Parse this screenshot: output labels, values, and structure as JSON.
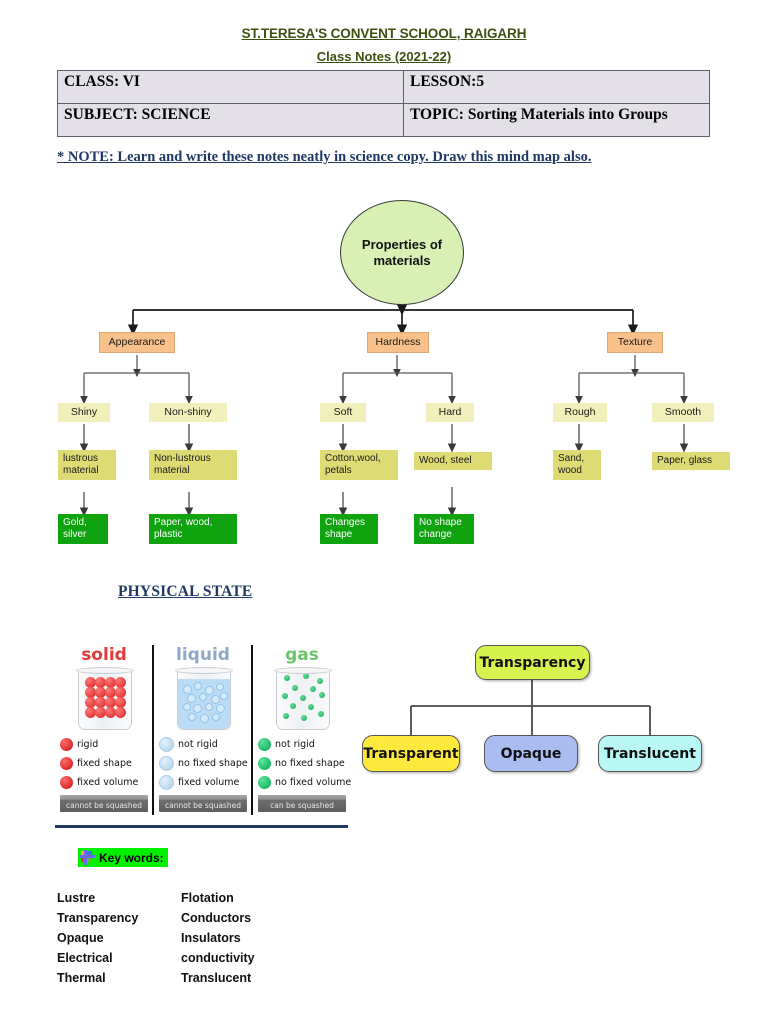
{
  "header": {
    "school": "ST.TERESA'S CONVENT SCHOOL, RAIGARH",
    "class_notes": "Class Notes (2021-22)"
  },
  "info_table": {
    "rows": [
      {
        "left": "CLASS: VI",
        "right": "LESSON:5"
      },
      {
        "left": "SUBJECT: SCIENCE",
        "right": "TOPIC: Sorting Materials into Groups"
      }
    ]
  },
  "note": {
    "text": "* NOTE: Learn and write these notes neatly in science copy. Draw this mind map also."
  },
  "mindmap": {
    "root": "Properties of materials",
    "branches": [
      {
        "name": "Appearance",
        "children": [
          {
            "label": "Shiny",
            "detail": "lustrous material",
            "examples": "Gold, silver"
          },
          {
            "label": "Non-shiny",
            "detail": "Non-lustrous material",
            "examples": "Paper, wood, plastic"
          }
        ]
      },
      {
        "name": "Hardness",
        "children": [
          {
            "label": "Soft",
            "detail": "Cotton,wool, petals",
            "examples": "Changes shape"
          },
          {
            "label": "Hard",
            "detail": "Wood, steel",
            "examples": "No shape change"
          }
        ]
      },
      {
        "name": "Texture",
        "children": [
          {
            "label": "Rough",
            "detail": "Sand, wood",
            "examples": ""
          },
          {
            "label": "Smooth",
            "detail": "Paper, glass",
            "examples": ""
          }
        ]
      }
    ]
  },
  "physical_state": {
    "heading": "PHYSICAL STATE",
    "columns": [
      {
        "title": "solid",
        "color": "#e23a3a",
        "properties": [
          "rigid",
          "fixed shape",
          "fixed volume"
        ],
        "squash": "cannot be squashed"
      },
      {
        "title": "liquid",
        "color": "#8fa8c8",
        "properties": [
          "not rigid",
          "no fixed shape",
          "fixed volume"
        ],
        "squash": "cannot be squashed"
      },
      {
        "title": "gas",
        "color": "#6cc46c",
        "properties": [
          "not rigid",
          "no fixed shape",
          "no fixed volume"
        ],
        "squash": "can be squashed"
      }
    ]
  },
  "transparency": {
    "root": "Transparency",
    "children": [
      {
        "label": "Transparent",
        "color": "#ffe93d"
      },
      {
        "label": "Opaque",
        "color": "#a9bdf0"
      },
      {
        "label": "Translucent",
        "color": "#b9f6f6"
      }
    ]
  },
  "keywords": {
    "label": "Key words:",
    "rows": [
      {
        "a": "Lustre",
        "b": "Flotation"
      },
      {
        "a": "Transparency",
        "b": "Conductors"
      },
      {
        "a": "Opaque",
        "b": "Insulators"
      },
      {
        "a": "Electrical",
        "b": "conductivity"
      },
      {
        "a": "Thermal",
        "b": "Translucent"
      }
    ]
  }
}
